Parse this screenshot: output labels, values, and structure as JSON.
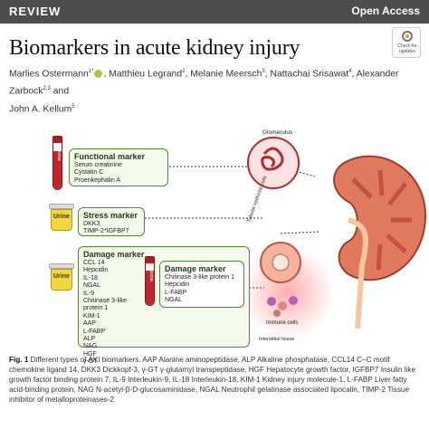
{
  "header": {
    "section": "REVIEW",
    "access": "Open Access"
  },
  "title": "Biomarkers in acute kidney injury",
  "updates_badge": {
    "text_line1": "Check for",
    "text_line2": "updates"
  },
  "authors": {
    "a1": "Marlies Ostermann",
    "a1_sup": "1*",
    "a2": "Matthieu Legrand",
    "a2_sup": "2",
    "a3": "Melanie Meersch",
    "a3_sup": "3",
    "a4": "Nattachai Srisawat",
    "a4_sup": "4",
    "a5": "Alexander Zarbock",
    "a5_sup": "2,3",
    "and": "and",
    "a6": "John A. Kellum",
    "a6_sup": "5"
  },
  "figure": {
    "functional": {
      "title": "Functional marker",
      "items": [
        "Serum creatinine",
        "Cystatin C",
        "Proenkephalin A"
      ],
      "tube_label": "Plasma"
    },
    "stress": {
      "title": "Stress marker",
      "items": [
        "DKK3",
        "TIMP-2*IGFBP7"
      ],
      "cup_label": "Urine"
    },
    "damage_urine": {
      "title": "Damage marker",
      "items": [
        "CCL 14",
        "Hepcidin",
        "IL-18",
        "NGAL",
        "IL-9",
        "Chitinase 3-like",
        "protein 1",
        "KIM-1",
        "AAP",
        "L-FABP",
        "ALP",
        "NAG",
        "HGF",
        "γ-GT"
      ],
      "cup_label": "Urine"
    },
    "damage_plasma": {
      "title": "Damage marker",
      "items": [
        "Chitinase 3-like protein 1",
        "Hepcidin",
        "L-FABP",
        "NGAL"
      ],
      "tube_label": "Plasma"
    },
    "labels": {
      "glomerulus": "Glomerulus",
      "tubular": "Tubular epithelial cells",
      "immune": "Immune cells",
      "interstitial": "Interstitial tissue"
    },
    "colors": {
      "green_border": "#4f8a2c",
      "box_fill": "#f4faec",
      "blood": "#c0272d",
      "urine": "#f3d63a",
      "kidney": "#d9534f"
    }
  },
  "caption": {
    "fig": "Fig. 1",
    "text": "Different types of AKI biomarkers. AAP Alanine aminopeptidase, ALP Alkaline phosphatase, CCL14 C–C motif chemokine ligand 14, DKK3 Dickkopf-3, γ-GT γ-glutamyl transpeptidase, HGF Hepatocyte growth factor, IGFBP7 Insulin like growth factor binding protein 7, IL-9 Interleukin-9, IL-18 Interleukin-18, KIM-1 Kidney injury molecule-1, L-FABP Liver fatty acid-binding protein, NAG N-acetyl-β-D-glucosaminidase, NGAL Neutrophil gelatinase associated lipocalin, TIMP-2 Tissue inhibitor of metalloproteinases-2"
  }
}
